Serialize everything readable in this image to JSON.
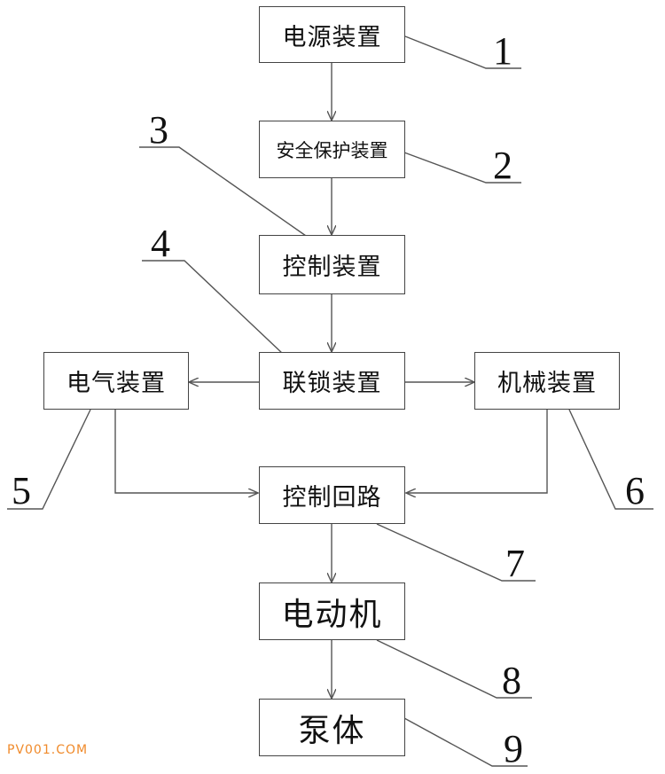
{
  "boxes": {
    "power_supply": "电源装置",
    "safety_protection": "安全保护装置",
    "control_device": "控制装置",
    "interlock_device": "联锁装置",
    "electrical_device": "电气装置",
    "mechanical_device": "机械装置",
    "control_circuit": "控制回路",
    "motor": "电动机",
    "pump_body": "泵体"
  },
  "labels": {
    "n1": "1",
    "n2": "2",
    "n3": "3",
    "n4": "4",
    "n5": "5",
    "n6": "6",
    "n7": "7",
    "n8": "8",
    "n9": "9"
  },
  "watermark": "PV001.COM",
  "colors": {
    "line": "#555555",
    "border": "#444444",
    "watermark": "#f08a2a"
  }
}
